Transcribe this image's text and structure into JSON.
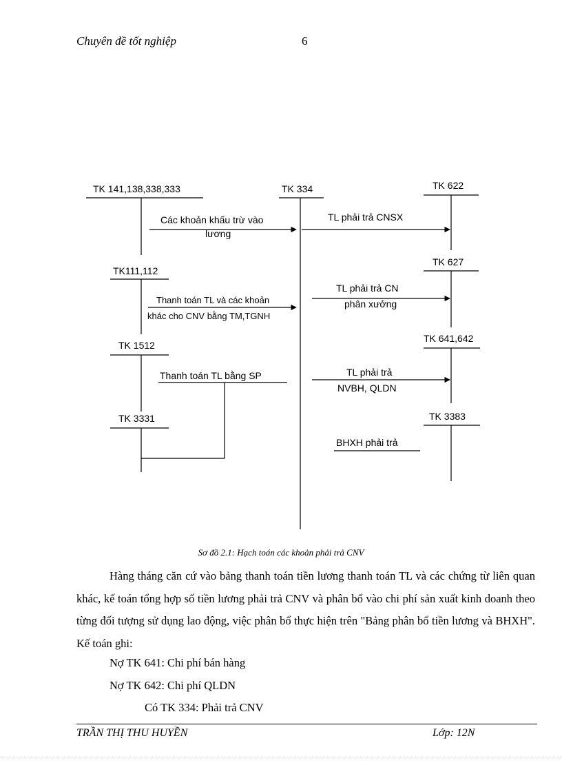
{
  "header": {
    "title": "Chuyên đề tốt nghiệp",
    "page_number": "6"
  },
  "diagram": {
    "accounts": {
      "tk141": "TK 141,138,338,333",
      "tk334": "TK 334",
      "tk622": "TK 622",
      "tk111": "TK111,112",
      "tk627": "TK 627",
      "tk1512": "TK 1512",
      "tk641": "TK 641,642",
      "tk3331": "TK 3331",
      "tk3383": "TK 3383"
    },
    "flows": {
      "khau_tru_1": "Các khoản khấu trừ vào",
      "khau_tru_2": "lương",
      "cnsx": "TL phải trả CNSX",
      "thanh_toan_1": "Thanh toán TL và các khoản",
      "thanh_toan_2": "khác cho CNV bằng TM,TGNH",
      "cn_px_1": "TL phải trả CN",
      "cn_px_2": "phân xưởng",
      "sp": "Thanh toán TL bằng SP",
      "nvbh_1": "TL phải trả",
      "nvbh_2": "NVBH, QLDN",
      "bhxh": "BHXH phải trả"
    }
  },
  "caption": "Sơ đồ 2.1: Hạch toán các khoản phải trả CNV",
  "paragraph": "Hàng tháng căn cứ vào bảng thanh toán tiền lương thanh toán TL và các chứng từ liên quan khác, kế toán tổng hợp số tiền lương phải trả CNV và phân bổ vào chi phí sản xuất kinh doanh theo từng đối tượng sử dụng lao động, việc phân bổ thực hiện trên \"Bảng phân bổ tiền lương và BHXH\". Kế toán ghi:",
  "entries": {
    "no641": "Nợ TK 641: Chi phí bán hàng",
    "no642": "Nợ TK 642: Chi phí QLDN",
    "co334": "Có TK 334: Phải trả CNV"
  },
  "footer": {
    "author": "TRẦN THỊ THU HUYỀN",
    "class_label": "Lớp: 12N"
  }
}
